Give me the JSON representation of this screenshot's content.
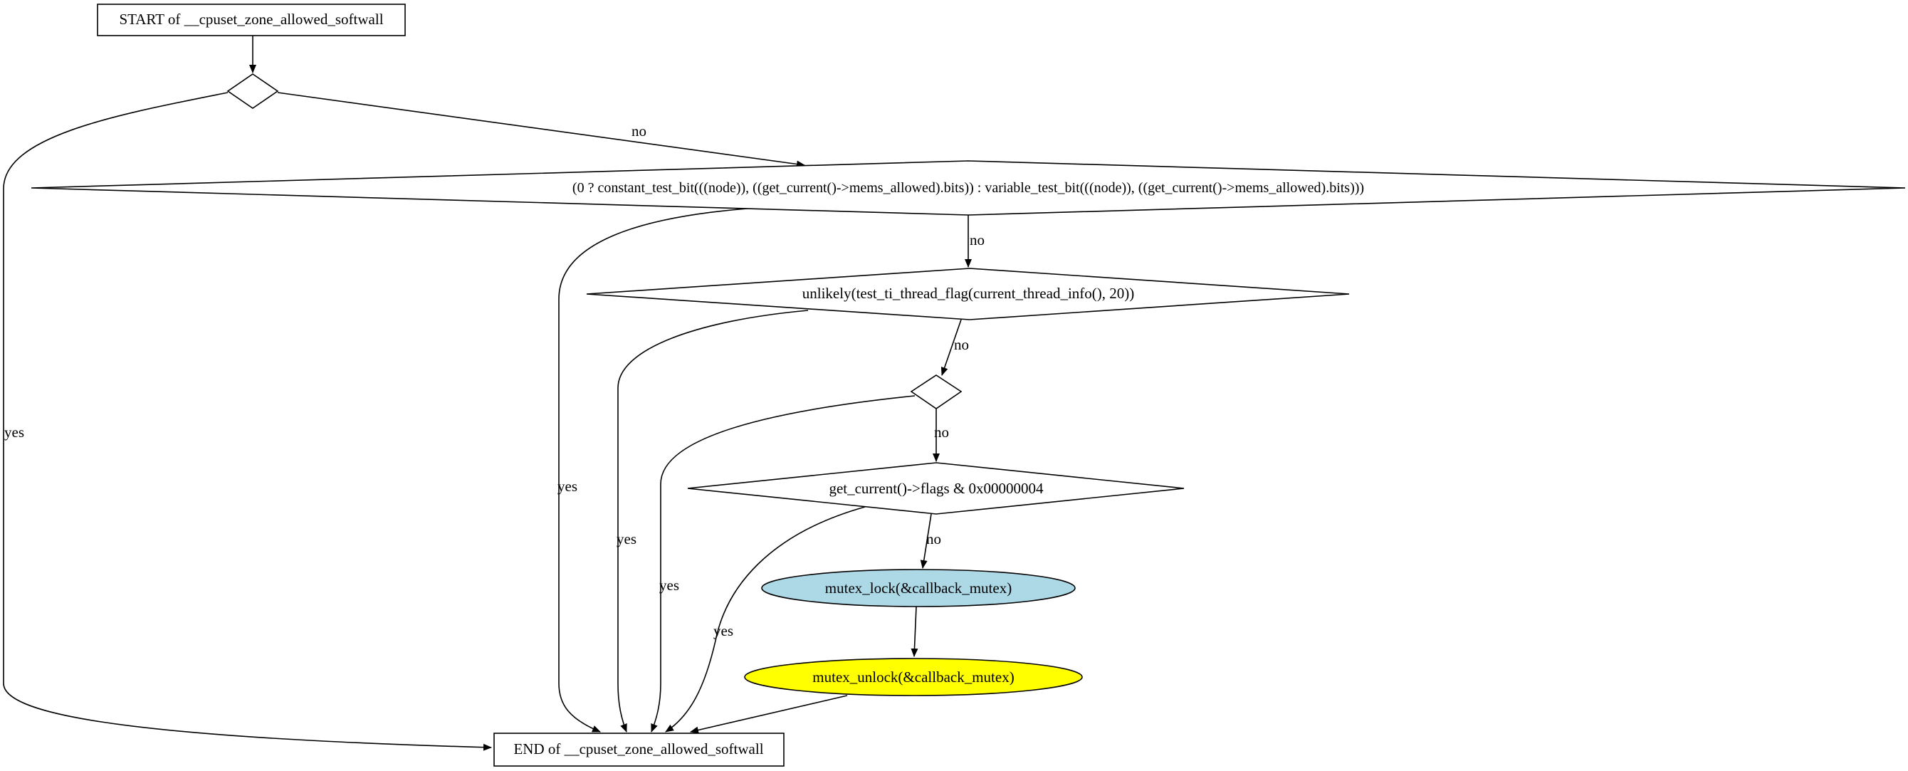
{
  "colors": {
    "background": "#ffffff",
    "stroke": "#000000",
    "lock_node_fill": "#add8e6",
    "unlock_node_fill": "#ffff00",
    "default_fill": "#ffffff"
  },
  "nodes": {
    "start": {
      "label": "START of __cpuset_zone_allowed_softwall",
      "shape": "box"
    },
    "d1": {
      "label": "",
      "shape": "diamond"
    },
    "d2": {
      "label": "(0 ? constant_test_bit(((node)), ((get_current()->mems_allowed).bits)) : variable_test_bit(((node)), ((get_current()->mems_allowed).bits)))",
      "shape": "diamond"
    },
    "d3": {
      "label": "unlikely(test_ti_thread_flag(current_thread_info(), 20))",
      "shape": "diamond"
    },
    "d4": {
      "label": "",
      "shape": "diamond"
    },
    "d5": {
      "label": "get_current()->flags & 0x00000004",
      "shape": "diamond"
    },
    "lock": {
      "label": "mutex_lock(&callback_mutex)",
      "shape": "ellipse"
    },
    "unlock": {
      "label": "mutex_unlock(&callback_mutex)",
      "shape": "ellipse"
    },
    "end": {
      "label": "END of __cpuset_zone_allowed_softwall",
      "shape": "box"
    }
  },
  "edges": {
    "d1_no": "no",
    "d1_yes": "yes",
    "d2_no": "no",
    "d2_yes": "yes",
    "d3_no": "no",
    "d3_yes": "yes",
    "d4_no": "no",
    "d4_yes": "yes",
    "d5_no": "no",
    "d5_yes": "yes"
  }
}
